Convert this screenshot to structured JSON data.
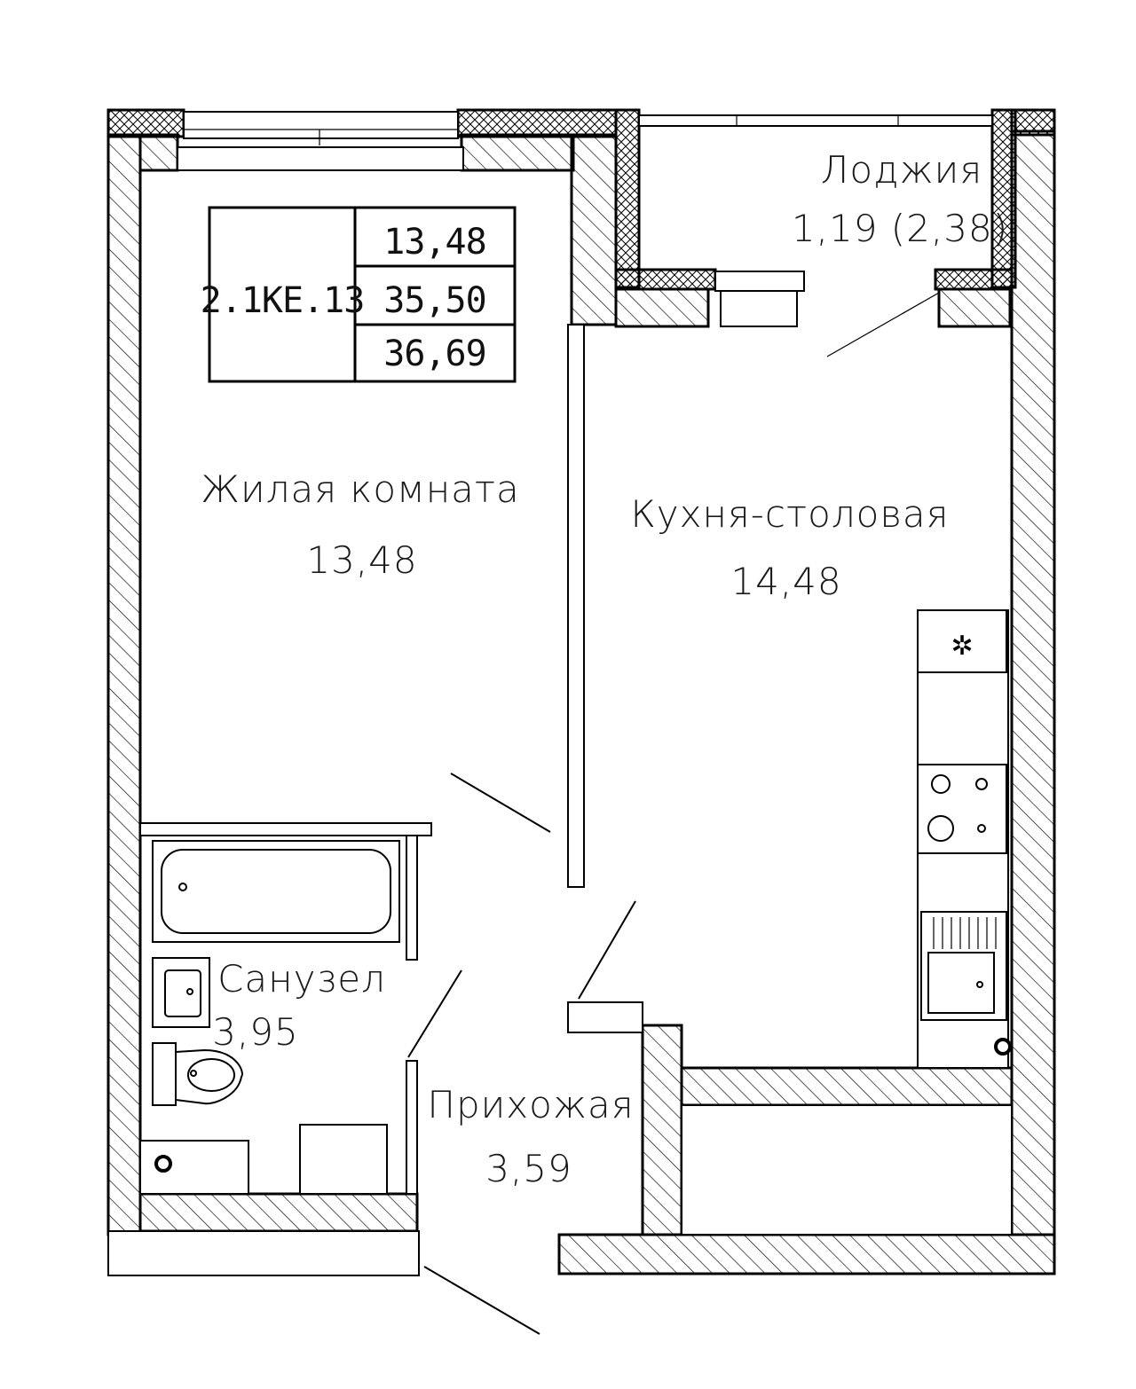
{
  "summary_table": {
    "code": "2.1КЕ.13",
    "living_area": "13,48",
    "total_area": "35,50",
    "total_with_loggia": "36,69"
  },
  "rooms": {
    "living_room": {
      "name": "Жилая комната",
      "area": "13,48"
    },
    "kitchen": {
      "name": "Кухня-столовая",
      "area": "14,48"
    },
    "loggia": {
      "name": "Лоджия",
      "area": "1,19 (2,38)"
    },
    "bathroom": {
      "name": "Санузел",
      "area": "3,95"
    },
    "hallway": {
      "name": "Прихожая",
      "area": "3,59"
    }
  },
  "fixtures": [
    "bathtub",
    "washbasin",
    "toilet",
    "washing-machine",
    "fridge",
    "stove",
    "kitchen-sink",
    "floor-drain"
  ]
}
